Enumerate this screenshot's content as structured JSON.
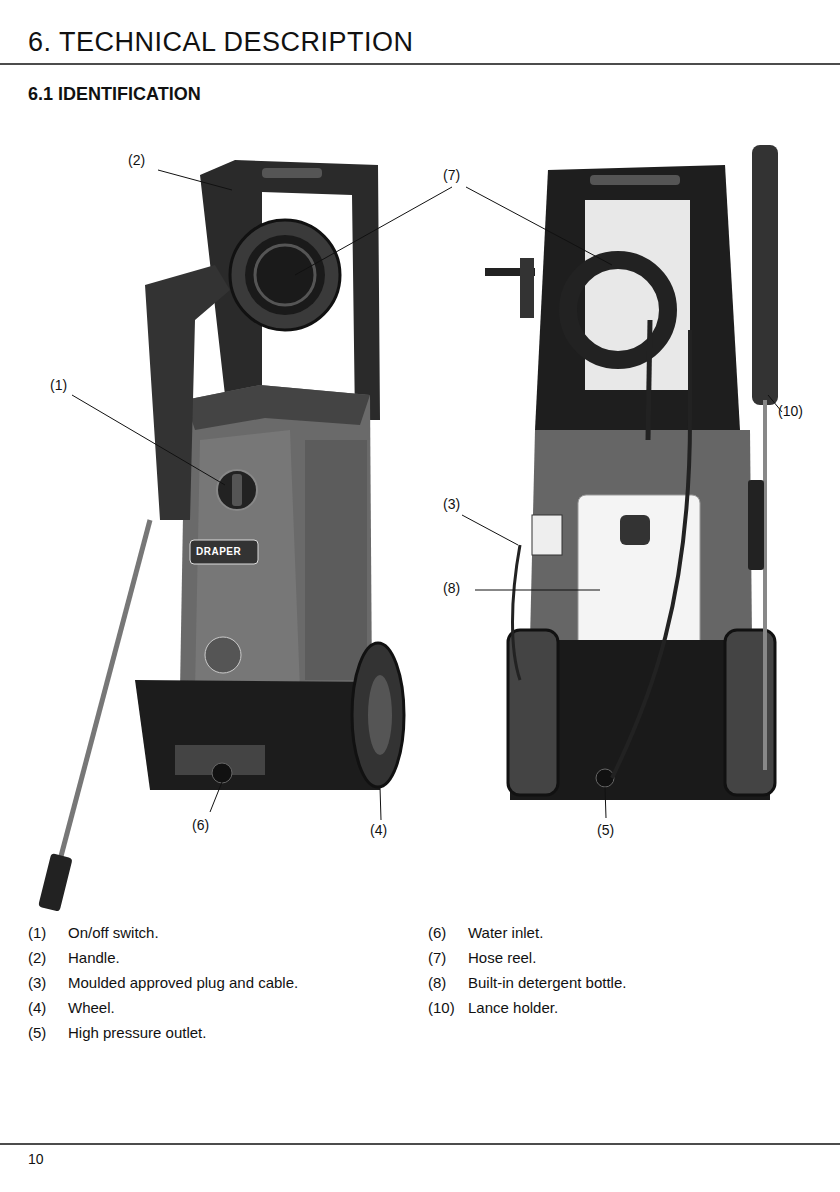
{
  "diagram": {
    "title": "6. TECHNICAL DESCRIPTION",
    "labels": [
      "6.1 IDENTIFICATION",
      "(2)",
      "(7)",
      "(1)",
      "(3)",
      "(8)",
      "(10)",
      "(6)",
      "(4)",
      "(5)",
      "(1)",
      "On/off switch.",
      "(2)",
      "Handle.",
      "(3)",
      "Moulded approved plug and cable.",
      "(4)",
      "Wheel.",
      "(5)",
      "High pressure outlet.",
      "(6)",
      "Water inlet.",
      "(7)",
      "Hose reel.",
      "(8)",
      "Built-in detergent bottle.",
      "(10)",
      "Lance holder.",
      "DRAPER",
      "10"
    ]
  }
}
